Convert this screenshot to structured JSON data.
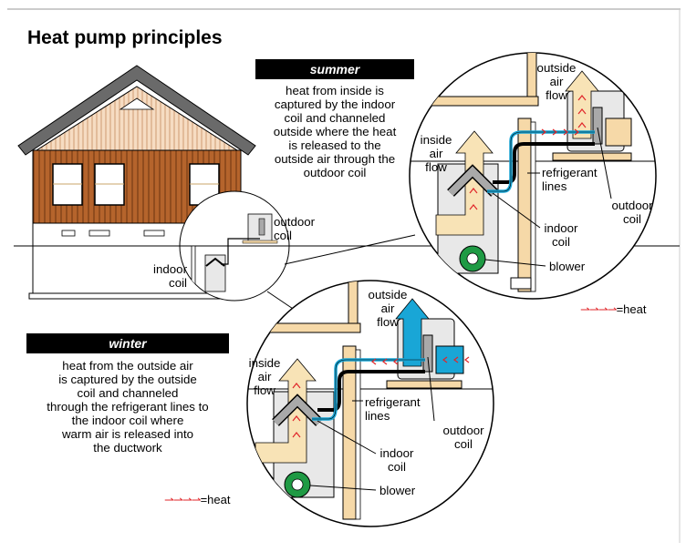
{
  "title": "Heat pump principles",
  "house": {
    "outdoor_coil": "outdoor\ncoil",
    "indoor_coil": "indoor\ncoil"
  },
  "summer": {
    "label": "summer",
    "description": "heat from inside is\ncaptured by the indoor\ncoil and channeled\noutside where the heat\nis released to the\noutside air through the\noutdoor coil",
    "outside_air_flow": "outside\nair\nflow",
    "inside_air_flow": "inside\nair\nflow",
    "refrigerant_lines": "refrigerant\nlines",
    "indoor_coil": "indoor\ncoil",
    "outdoor_coil": "outdoor\ncoil",
    "blower": "blower",
    "legend": "=heat"
  },
  "winter": {
    "label": "winter",
    "description": "heat from the outside air\nis captured by the outside\ncoil and channeled\nthrough the refrigerant lines to\nthe indoor coil where\nwarm air is released into\nthe ductwork",
    "outside_air_flow": "outside\nair\nflow",
    "inside_air_flow": "inside\nair\nflow",
    "refrigerant_lines": "refrigerant\nlines",
    "indoor_coil": "indoor\ncoil",
    "outdoor_coil": "outdoor\ncoil",
    "blower": "blower",
    "legend": "=heat"
  },
  "colors": {
    "siding": "#b5642c",
    "siding_line": "#6a3410",
    "roof_siding": "#f6dcc2",
    "roof": "#6a6a6a",
    "warm_air": "#f8e3b6",
    "cold_air": "#19a6d6",
    "heat": "#e0262a",
    "blower": "#1f9a44",
    "coil": "#a9a9a9",
    "unit": "#e8e8e8",
    "wood": "#f6d9a8",
    "refrigerant": "#19a6d6"
  }
}
